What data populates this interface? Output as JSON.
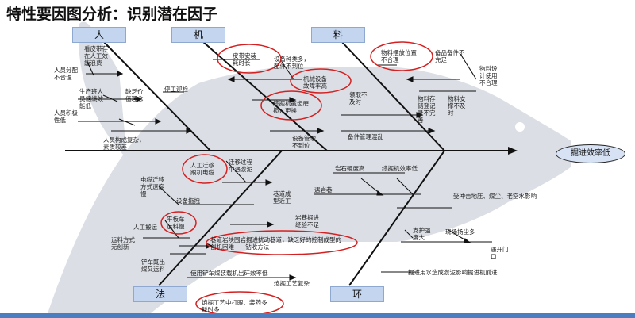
{
  "title": "特性要因图分析：识别潜在因子",
  "effect": "掘进效率低",
  "categories": {
    "people": "人",
    "machine": "机",
    "material": "料",
    "method": "法",
    "environment": "环"
  },
  "causes": {
    "people": {
      "c1": "看皮带存\n在人工效\n能浪费",
      "c2": "人员分配\n不合理",
      "c3": "生产班人\n员缩绩效\n能低",
      "c4": "缺乏价\n值理念",
      "c5": "人员积极\n性低",
      "c6": "停工迎检",
      "c7": "人员构成复杂，\n素质较差"
    },
    "machine": {
      "c1": "皮带安装\n耗时长",
      "c2": "设备种类多，\n配件不到位",
      "c3": "机械设备\n故障率高",
      "c4": "综掘机截齿磨\n损，更换",
      "c5": "设备管理\n不到位"
    },
    "material": {
      "c1": "物料摆放位置\n不合理",
      "c2": "备品备件不\n充足",
      "c3": "物料设\n计使用\n不合理",
      "c4": "领取不\n及时",
      "c5": "物料存\n储登记\n录不完\n善",
      "c6": "物料支\n撑不及\n时",
      "c7": "备件管理混乱"
    },
    "method": {
      "c1": "人工迁移\n跟机电缆",
      "c2": "迁移过程\n中遇淤泥",
      "c3": "电缆迁移\n方式速度\n慢",
      "c4": "设备拖拽",
      "c5": "巷道成\n型近工",
      "c6": "人工搬运",
      "c7": "平板车\n运料慢",
      "c8": "岩巷掘进\n经验不足",
      "c9": "运料方式\n无创新",
      "c10": "巷道岩块围岩掘进扰动巷道，缺乏好的控制成型的\n创机困难      钻收方法",
      "c11": "铲车既出\n煤又运料",
      "c12": "使用铲车煤装载机出矸效率低",
      "c13": "炮掘工艺复杂",
      "c14": "炮掘工艺中打眼、装药多\n耗时多"
    },
    "environment": {
      "c1": "岩石硬度高",
      "c2": "综掘机效率低",
      "c3": "遇岩巷",
      "c4": "受冲击地压、煤尘、老空水影响",
      "c5": "支护强\n度大",
      "c6": "现场扬尘多",
      "c7": "遇开门\n口",
      "c8": "掘进用水造成淤泥影响掘进机前进"
    }
  },
  "colors": {
    "category_fill": "#c3d5ef",
    "highlight_ellipse": "#d42020",
    "fish_silhouette": "#d9dde3",
    "effect_fill": "#d7e3f4"
  }
}
